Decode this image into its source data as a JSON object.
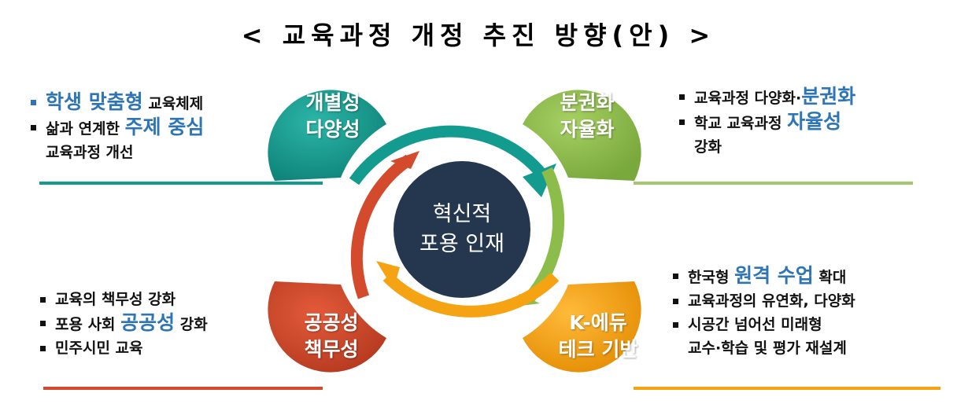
{
  "title": "< 교육과정 개정 추진 방향(안) >",
  "center": {
    "line1": "혁신적",
    "line2": "포용 인재"
  },
  "quadrants": {
    "top_left": {
      "bubble": [
        "개별성",
        "다양성"
      ],
      "items": [
        {
          "pre": "",
          "em": "학생 맞춤형",
          "post": " 교육체제",
          "cont": ""
        },
        {
          "pre": "삶과 연계한 ",
          "em": "주제 중심",
          "post": "",
          "cont": "교육과정 개선"
        }
      ]
    },
    "top_right": {
      "bubble": [
        "분권화",
        "자율화"
      ],
      "items": [
        {
          "pre": "교육과정 다양화·",
          "em": "분권화",
          "post": "",
          "cont": ""
        },
        {
          "pre": "학교 교육과정 ",
          "em": "자율성",
          "post": "",
          "cont": "강화"
        }
      ]
    },
    "bottom_left": {
      "bubble": [
        "공공성",
        "책무성"
      ],
      "items": [
        {
          "pre": "교육의 책무성 강화",
          "em": "",
          "post": "",
          "cont": ""
        },
        {
          "pre": "포용 사회 ",
          "em": "공공성",
          "post": " 강화",
          "cont": ""
        },
        {
          "pre": "민주시민 교육",
          "em": "",
          "post": "",
          "cont": ""
        }
      ]
    },
    "bottom_right": {
      "bubble": [
        "K-에듀",
        "테크 기반"
      ],
      "items": [
        {
          "pre": "한국형 ",
          "em": "원격 수업",
          "post": " 확대",
          "cont": ""
        },
        {
          "pre": "교육과정의 유연화, 다양화",
          "em": "",
          "post": "",
          "cont": ""
        },
        {
          "pre": "시공간 넘어선 미래형",
          "em": "",
          "post": "",
          "cont": "교수·학습 및 평가 재설계"
        }
      ]
    }
  },
  "colors": {
    "teal": "#149b8f",
    "green": "#8cbd4a",
    "red": "#d34a2c",
    "orange": "#f5a312",
    "center": "#24374f",
    "emphasis": "#2e75b6"
  }
}
